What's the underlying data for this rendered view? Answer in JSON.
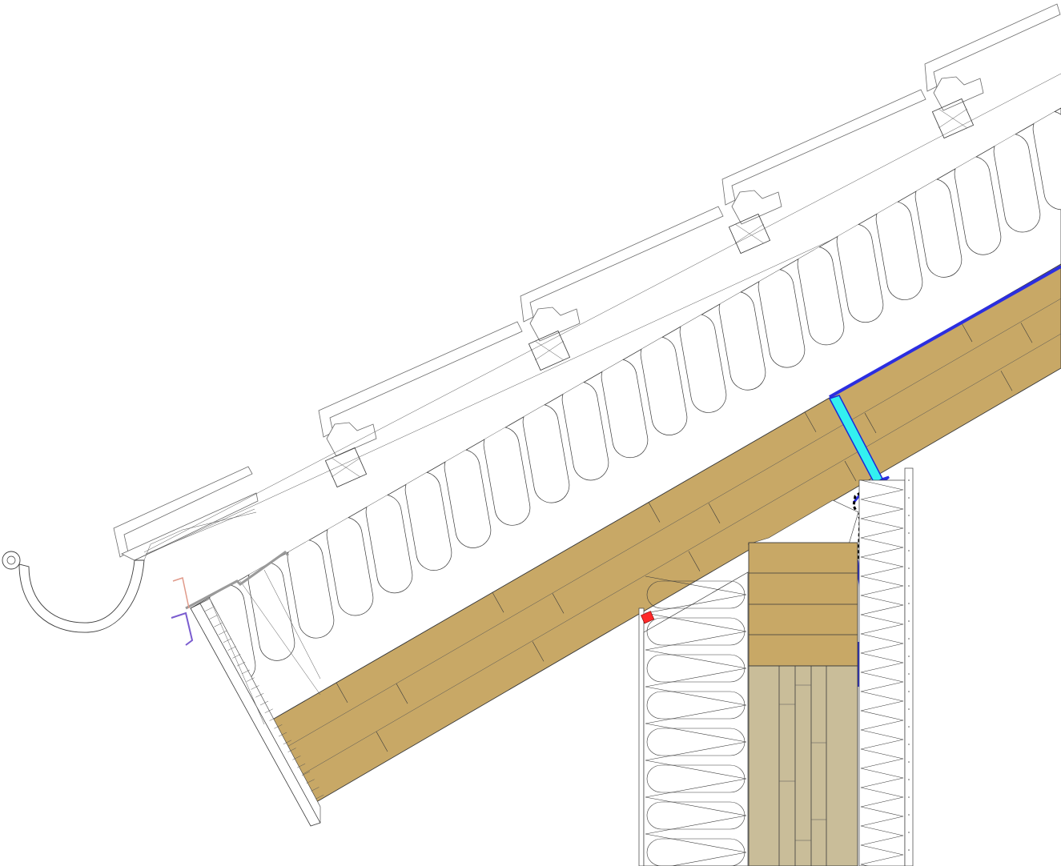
{
  "drawing": {
    "colors": {
      "background": "#ffffff",
      "line": "#3a3a3a",
      "timber_clt": "#c8a866",
      "timber_glulam": "#c9bd99",
      "membrane_blue": "#2b2ee0",
      "seal_cyan": "#33f0f0",
      "fixing_red": "#ff2a2a",
      "flashing_grey": "#9a9a9a",
      "gutter_purple": "#7a5ccf",
      "trim_salmon": "#e09a8a"
    },
    "components": [
      {
        "name": "roof-tiles",
        "icon": "tile-course-icon"
      },
      {
        "name": "tile-battens",
        "icon": "batten-cross-icon"
      },
      {
        "name": "roof-insulation",
        "icon": "insulation-pattern-icon"
      },
      {
        "name": "clt-roof-panel",
        "icon": "timber-panel-icon"
      },
      {
        "name": "vapour-membrane",
        "icon": "membrane-line-icon"
      },
      {
        "name": "airtight-seal",
        "icon": "seal-strip-icon"
      },
      {
        "name": "wall-top-plate",
        "icon": "timber-block-icon"
      },
      {
        "name": "glulam-post",
        "icon": "glulam-icon"
      },
      {
        "name": "wall-insulation",
        "icon": "insulation-pattern-icon"
      },
      {
        "name": "eaves-gutter",
        "icon": "gutter-icon"
      },
      {
        "name": "fascia-board",
        "icon": "fascia-icon"
      }
    ]
  }
}
